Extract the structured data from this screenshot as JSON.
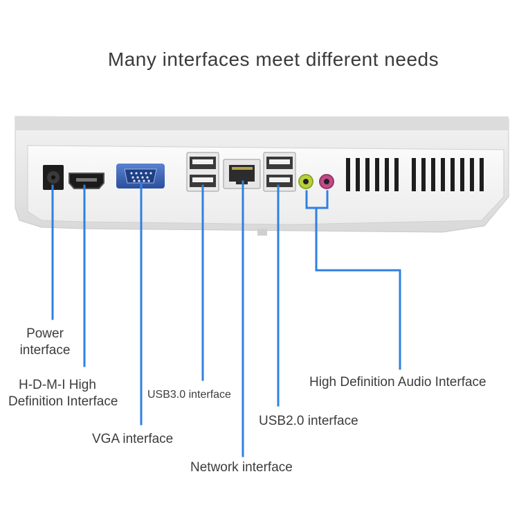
{
  "title": "Many interfaces meet different needs",
  "labels": {
    "power_line1": "Power",
    "power_line2": "interface",
    "hdmi_line1": "H-D-M-I High",
    "hdmi_line2": "Definition Interface",
    "vga": "VGA interface",
    "usb3": "USB3.0 interface",
    "network": "Network interface",
    "usb2": "USB2.0 interface",
    "audio": "High Definition Audio Interface"
  },
  "colors": {
    "callout_line": "#2f80e0",
    "device_body": "#e8e8e8",
    "port_panel": "#f5f5f5",
    "vga_port": "#2e56a8",
    "audio_green": "#b7d33a",
    "audio_pink": "#c24a8a"
  }
}
